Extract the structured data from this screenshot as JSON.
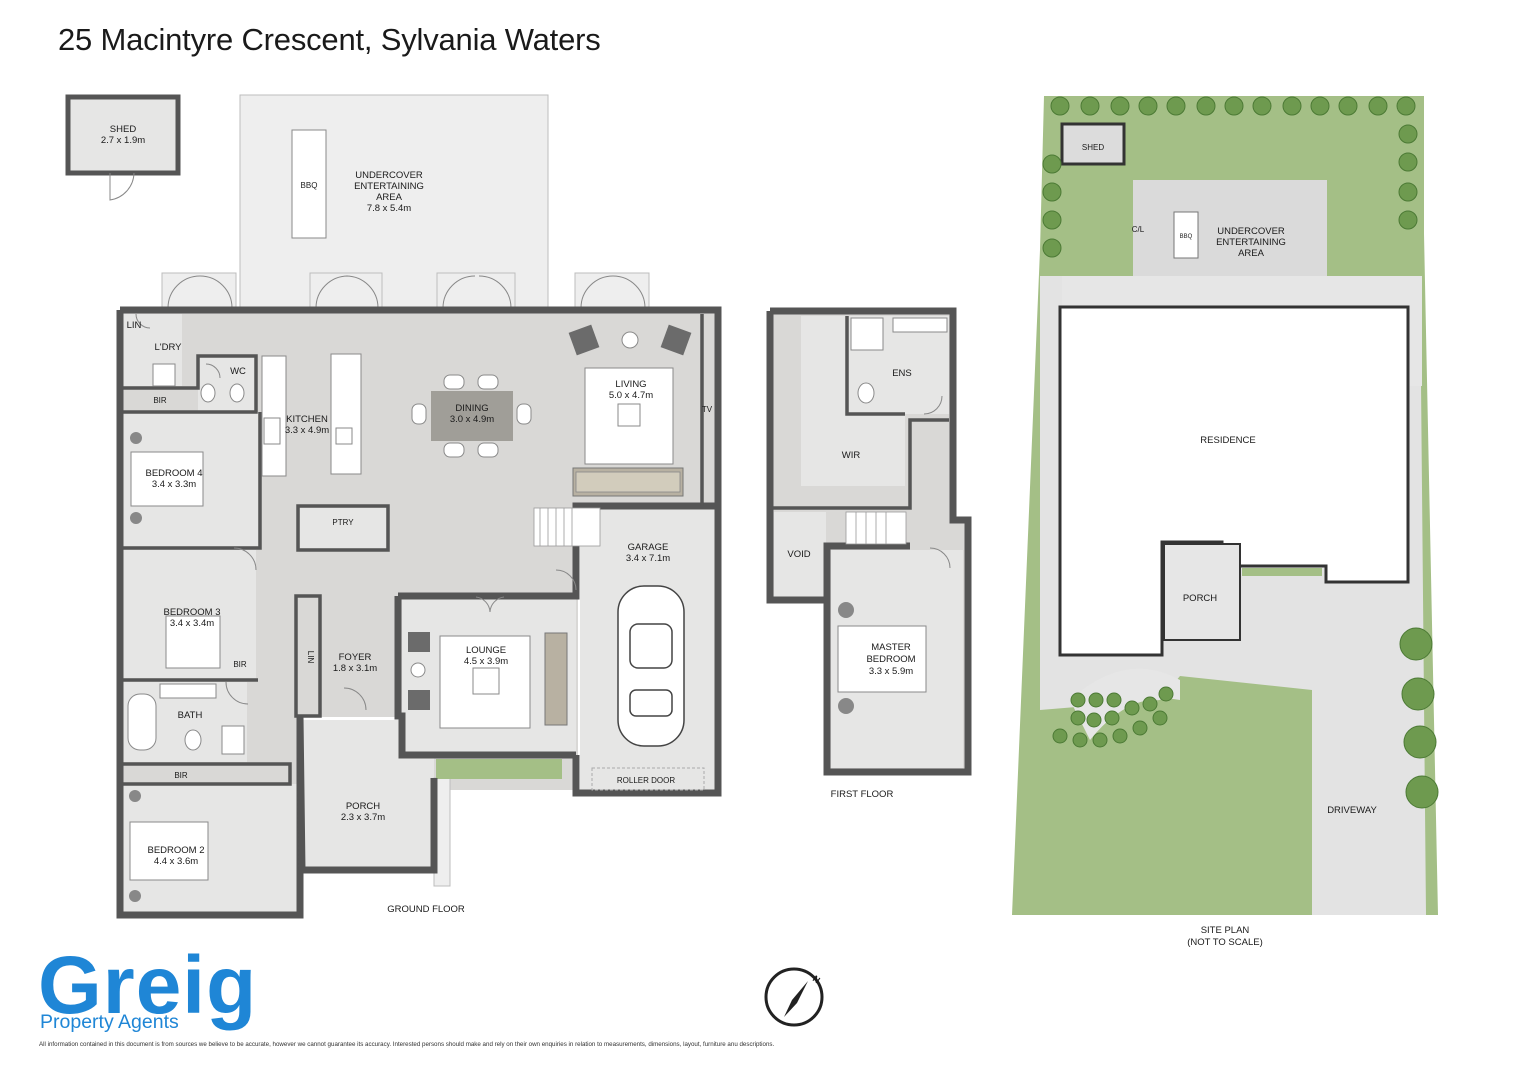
{
  "title": "25 Macintyre Crescent, Sylvania Waters",
  "brand": {
    "name": "Greig",
    "sub": "Property Agents",
    "color": "#1f86d6"
  },
  "disclaimer": "All information contained in this document is from sources we believe to be accurate, however we cannot guarantee its accuracy. Interested persons should make and rely on their own enquiries in relation to measurements, dimensions, layout, furniture anu descriptions.",
  "ground_floor": {
    "label": "GROUND FLOOR",
    "rooms": {
      "shed": {
        "name": "SHED",
        "dims": "2.7 x 1.9m"
      },
      "undercover": {
        "line1": "UNDERCOVER",
        "line2": "ENTERTAINING",
        "line3": "AREA",
        "dims": "7.8 x 5.4m"
      },
      "bbq": "BBQ",
      "lin_top": "LIN",
      "ldry": "L'DRY",
      "wc": "WC",
      "bir_top": "BIR",
      "kitchen": {
        "name": "KITCHEN",
        "dims": "3.3 x 4.9m"
      },
      "dining": {
        "name": "DINING",
        "dims": "3.0 x 4.9m"
      },
      "living": {
        "name": "LIVING",
        "dims": "5.0 x 4.7m"
      },
      "tv": "TV",
      "bedroom4": {
        "name": "BEDROOM 4",
        "dims": "3.4 x 3.3m"
      },
      "ptry": "PTRY",
      "garage": {
        "name": "GARAGE",
        "dims": "3.4 x 7.1m"
      },
      "bedroom3": {
        "name": "BEDROOM 3",
        "dims": "3.4 x 3.4m"
      },
      "bir_b3": "BIR",
      "lin_foyer": "LIN",
      "foyer": {
        "name": "FOYER",
        "dims": "1.8 x 3.1m"
      },
      "lounge": {
        "name": "LOUNGE",
        "dims": "4.5 x 3.9m"
      },
      "bath": "BATH",
      "bir_b2": "BIR",
      "porch": {
        "name": "PORCH",
        "dims": "2.3 x 3.7m"
      },
      "bedroom2": {
        "name": "BEDROOM 2",
        "dims": "4.4 x 3.6m"
      },
      "roller_door": "ROLLER DOOR"
    }
  },
  "first_floor": {
    "label": "FIRST FLOOR",
    "rooms": {
      "ens": "ENS",
      "wir": "WIR",
      "void": "VOID",
      "master": {
        "line1": "MASTER",
        "line2": "BEDROOM",
        "dims": "3.3 x 5.9m"
      }
    }
  },
  "site_plan": {
    "label1": "SITE PLAN",
    "label2": "(NOT TO SCALE)",
    "shed": "SHED",
    "cl": "C/L",
    "bbq": "BBQ",
    "undercover": {
      "line1": "UNDERCOVER",
      "line2": "ENTERTAINING",
      "line3": "AREA"
    },
    "residence": "RESIDENCE",
    "porch": "PORCH",
    "driveway": "DRIVEWAY"
  },
  "compass": {
    "north": "N"
  },
  "colors": {
    "wall": "#555555",
    "grass": "#a4bf86",
    "tree": "#6e9a4f",
    "floor": "#d9d8d6"
  }
}
